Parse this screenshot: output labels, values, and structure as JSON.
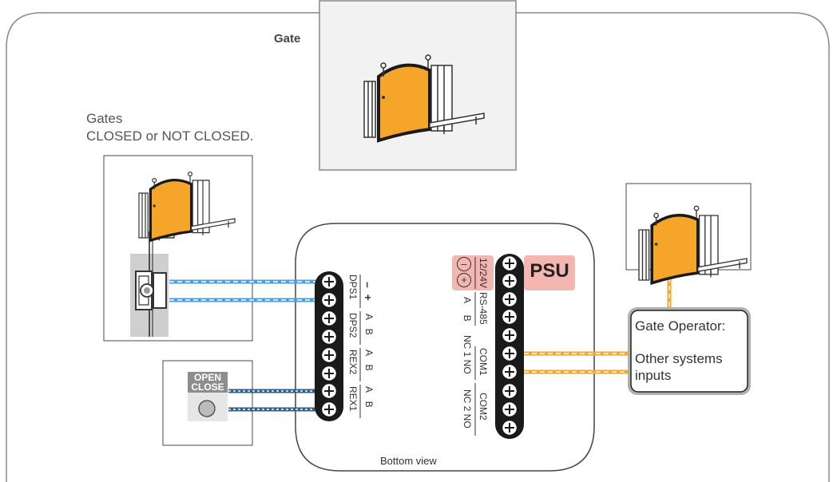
{
  "gate_box": {
    "title": "Gate"
  },
  "gates_note": {
    "line1": "Gates",
    "line2": "CLOSED or NOT CLOSED."
  },
  "button": {
    "line1": "OPEN",
    "line2": "CLOSE"
  },
  "controller": {
    "caption": "Bottom view",
    "left_labels": {
      "dps1": "DPS1",
      "dps2": "DPS2",
      "rex2": "REX2",
      "rex1": "REX1",
      "dps1_pins": "– +",
      "dps2_pins": "A B",
      "rex2_pins": "A B",
      "rex1_pins": "A B"
    },
    "right_labels": {
      "power": "12/24V",
      "rs485": "RS-485",
      "com1": "COM1",
      "com2": "COM2",
      "rs485_pins": "A B",
      "relay1_pins": "NC 1 NO",
      "relay2_pins": "NC 2 NO"
    },
    "psu_badge": "PSU",
    "power_symbols": {
      "minus": "–",
      "plus": "+"
    }
  },
  "operator": {
    "title": "Gate Operator:",
    "line2": "Other systems",
    "line3": "inputs"
  },
  "colors": {
    "gate_fill": "#f5a52a",
    "psu_badge": "#f4b6b0",
    "wire_blue": "#4a9fe0",
    "wire_orange": "#f5a52a",
    "border_gray": "#777777"
  },
  "icons": [
    "gate-icon",
    "gate-icon",
    "gate-icon",
    "door-sensor-icon",
    "push-button-icon",
    "screw-terminal-icon"
  ]
}
